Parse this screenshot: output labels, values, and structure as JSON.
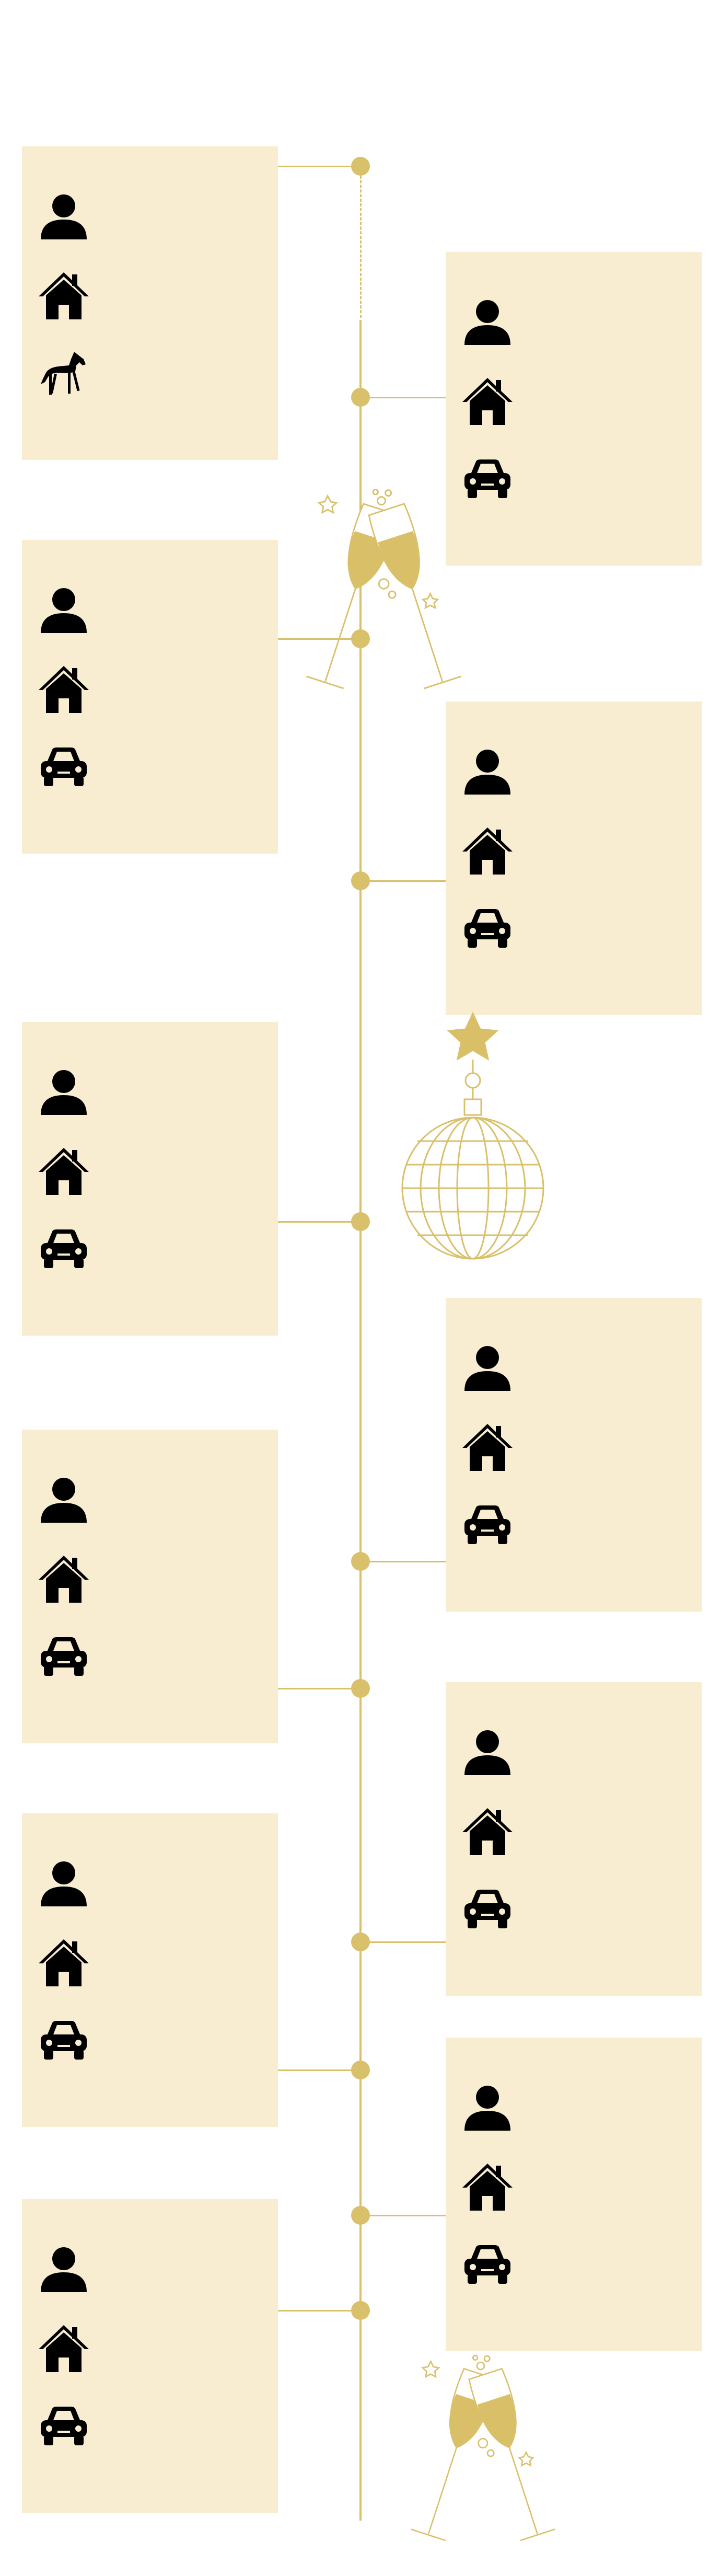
{
  "theme": {
    "card_bg": "#f8ecd1",
    "gold": "#d9c06a",
    "gold_fill": "#d8bf68",
    "icon_color": "#000000",
    "background": "#ffffff"
  },
  "timeline": {
    "entries": [
      {
        "side": "left",
        "icons": [
          "person-icon",
          "house-icon",
          "horse-icon"
        ]
      },
      {
        "side": "right",
        "icons": [
          "person-icon",
          "house-icon",
          "car-icon"
        ]
      },
      {
        "side": "left",
        "icons": [
          "person-icon",
          "house-icon",
          "car-icon"
        ]
      },
      {
        "side": "right",
        "icons": [
          "person-icon",
          "house-icon",
          "car-icon"
        ]
      },
      {
        "side": "left",
        "icons": [
          "person-icon",
          "house-icon",
          "car-icon"
        ]
      },
      {
        "side": "right",
        "icons": [
          "person-icon",
          "house-icon",
          "car-icon"
        ]
      },
      {
        "side": "left",
        "icons": [
          "person-icon",
          "house-icon",
          "car-icon"
        ]
      },
      {
        "side": "right",
        "icons": [
          "person-icon",
          "house-icon",
          "car-icon"
        ]
      },
      {
        "side": "left",
        "icons": [
          "person-icon",
          "house-icon",
          "car-icon"
        ]
      },
      {
        "side": "right",
        "icons": [
          "person-icon",
          "house-icon",
          "car-icon"
        ]
      },
      {
        "side": "left",
        "icons": [
          "person-icon",
          "house-icon",
          "car-icon"
        ]
      }
    ],
    "decorations": [
      "champagne-glasses-icon",
      "disco-ball-icon",
      "champagne-glasses-icon"
    ]
  }
}
